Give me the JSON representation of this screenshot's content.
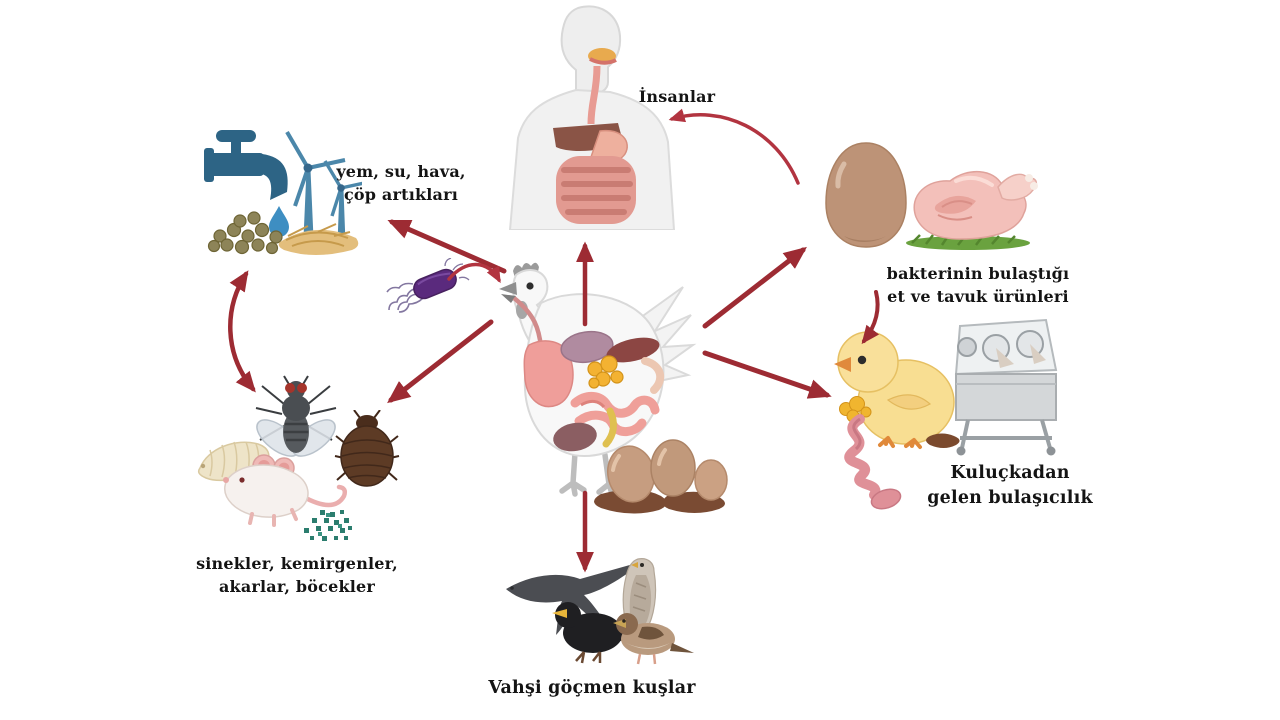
{
  "labels": {
    "humans": "İnsanlar",
    "feed_water_air": "yem, su, hava,\nçöp artıkları",
    "contaminated_products": "bakterinin bulaştığı\net ve tavuk ürünleri",
    "hatchery": "Kuluçkadan\ngelen bulaşıcılık",
    "pests": "sinekler, kemirgenler,\nakarlar, böcekler",
    "wild_birds": "Vahşi göçmen kuşlar"
  },
  "colors": {
    "arrow": "#9d2b33",
    "arrow_light": "#b23440",
    "text": "#141414",
    "background": "#ffffff"
  },
  "illustrations": [
    "human-digestive-system",
    "water-tap-wind-turbines-feed-straw",
    "salmonella-bacterium",
    "chicken-anatomy",
    "eggs-on-droppings",
    "egg",
    "raw-chicken-meat",
    "chick",
    "reproductive-tract",
    "incubator",
    "maggot",
    "house-fly",
    "beetle",
    "mouse",
    "mites",
    "wild-migratory-birds"
  ]
}
